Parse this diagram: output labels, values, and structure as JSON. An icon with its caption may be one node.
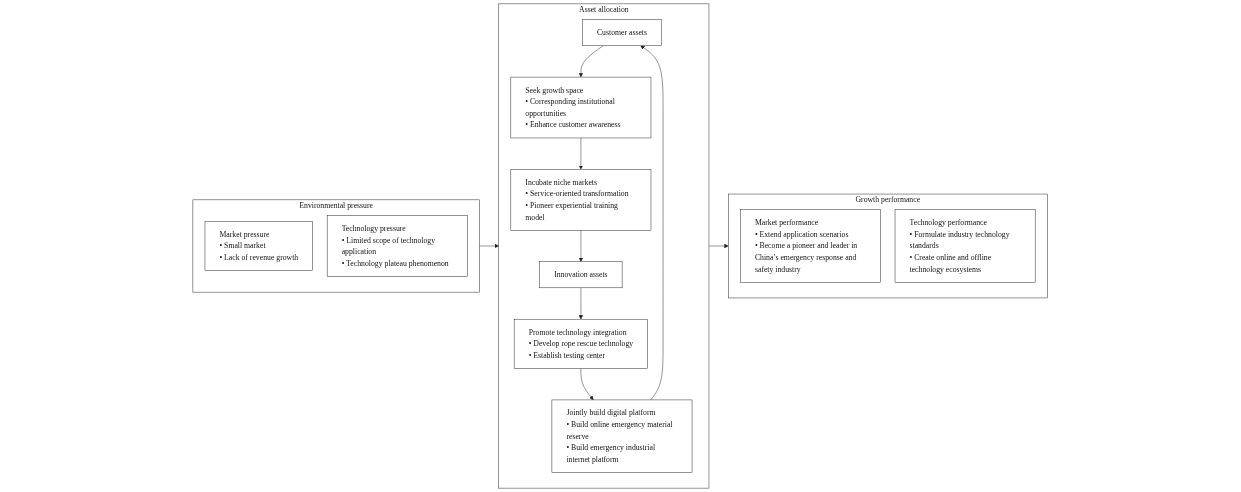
{
  "diagram": {
    "nodes": [
      {
        "text": [
          "Environmental pressure"
        ]
      },
      {
        "text": [
          "Market pressure",
          "• Small market",
          "• Lack of revenue growth"
        ],
        "in": 0
      },
      {
        "text": [
          "Technology pressure",
          "• Limited scope of technology application",
          "• Technology plateau phenomenon"
        ],
        "in": 0
      },
      {
        "text": [
          "Asset allocation"
        ]
      },
      {
        "text": [
          "Customer assets"
        ],
        "in": 3
      },
      {
        "text": [
          "Jointly build digital platform",
          "• Build online emergency material reserve",
          "• Build emergency industrial internet platform"
        ],
        "in": 3
      },
      {
        "text": [
          "Seek growth space",
          "• Corresponding institutional opportunities",
          "• Enhance customer awareness"
        ],
        "in": 3
      },
      {
        "text": [
          "Promote technology integration",
          "• Develop rope rescue technology",
          "• Establish testing center"
        ],
        "in": 3
      },
      {
        "text": [
          "Incubate niche markets",
          "• Service-oriented transformation",
          "• Pioneer experiential training model"
        ],
        "in": 3
      },
      {
        "text": [
          "Innovation assets"
        ],
        "in": 3
      },
      {
        "text": [
          "Growth performance"
        ]
      },
      {
        "text": [
          "Market performance",
          "• Extend application scenarios",
          "• Become a pioneer and leader in China’s emergency response and safety industry"
        ],
        "in": 10
      },
      {
        "text": [
          "Technology performance",
          "• Formulate industry technology standards",
          "• Create online and offline technology ecosystems"
        ],
        "in": 10
      }
    ],
    "edges": [
      {
        "from": 0,
        "to": 3,
        "arrow": "to"
      },
      {
        "from": 3,
        "to": 10,
        "arrow": "to"
      },
      {
        "from": 5,
        "to": 4,
        "arrow": "to"
      },
      {
        "from": 4,
        "to": 6,
        "arrow": "to"
      },
      {
        "from": 6,
        "to": 8,
        "arrow": "to"
      },
      {
        "from": 8,
        "to": 9,
        "arrow": "to"
      },
      {
        "from": 9,
        "to": 7,
        "arrow": "to"
      },
      {
        "from": 7,
        "to": 5,
        "arrow": "to"
      }
    ]
  }
}
